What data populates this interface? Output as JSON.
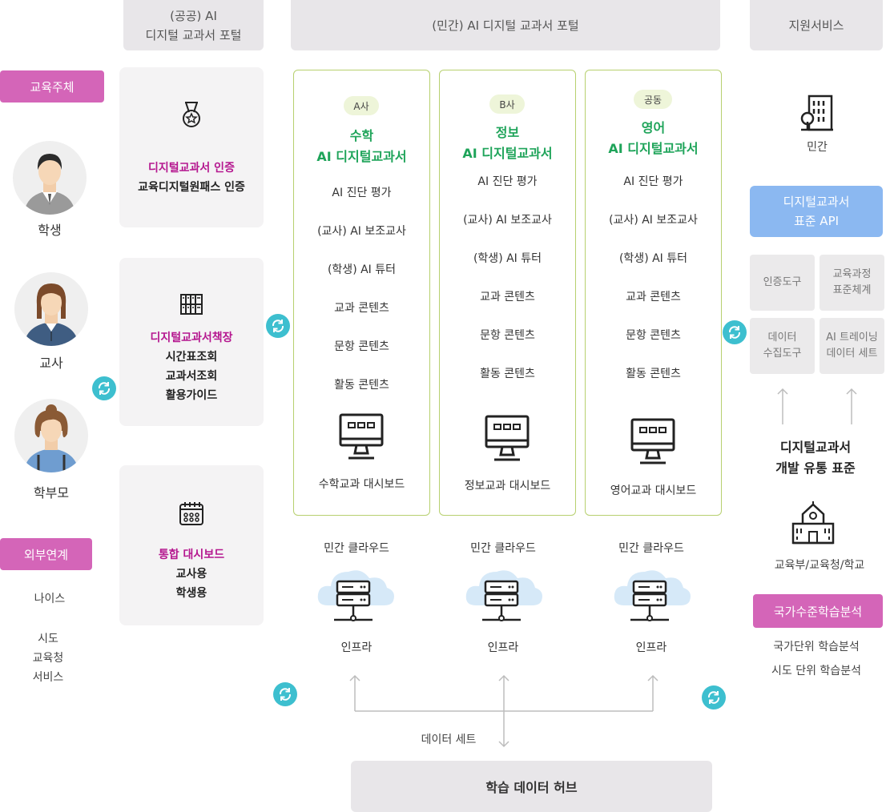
{
  "headers": {
    "public_portal": [
      "(공공) AI",
      "디지털 교과서 포털"
    ],
    "private_portal": "(민간) AI 디지털 교과서 포털",
    "support": "지원서비스"
  },
  "left": {
    "subjects_label": "교육주체",
    "people": [
      "학생",
      "교사",
      "학부모"
    ],
    "external_label": "외부연계",
    "external_items": [
      "나이스",
      "시도",
      "교육청",
      "서비스"
    ]
  },
  "public_boxes": [
    {
      "title": "디지털교과서 인증",
      "lines": [
        "교육디지털원패스 인증"
      ],
      "icon": "medal-icon"
    },
    {
      "title": "디지털교과서책장",
      "lines": [
        "시간표조회",
        "교과서조회",
        "활용가이드"
      ],
      "icon": "bookshelf-icon"
    },
    {
      "title": "통합 대시보드",
      "lines": [
        "교사용",
        "학생용"
      ],
      "icon": "calendar-icon"
    }
  ],
  "textbooks": [
    {
      "tag": "A사",
      "title": [
        "수학",
        "AI 디지털교과서"
      ],
      "features": [
        "AI 진단 평가",
        "(교사) AI 보조교사",
        "(학생) AI 튜터",
        "교과 콘텐츠",
        "문항 콘텐츠",
        "활동 콘텐츠"
      ],
      "dashboard": "수학교과 대시보드"
    },
    {
      "tag": "B사",
      "title": [
        "정보",
        "AI 디지털교과서"
      ],
      "features": [
        "AI 진단 평가",
        "(교사) AI 보조교사",
        "(학생) AI 튜터",
        "교과 콘텐츠",
        "문항 콘텐츠",
        "활동 콘텐츠"
      ],
      "dashboard": "정보교과 대시보드"
    },
    {
      "tag": "공동",
      "title": [
        "영어",
        "AI 디지털교과서"
      ],
      "features": [
        "AI 진단 평가",
        "(교사) AI 보조교사",
        "(학생) AI 튜터",
        "교과 콘텐츠",
        "문항 콘텐츠",
        "활동 콘텐츠"
      ],
      "dashboard": "영어교과 대시보드"
    }
  ],
  "clouds": [
    {
      "top": "민간 클라우드",
      "bottom": "인프라"
    },
    {
      "top": "민간 클라우드",
      "bottom": "인프라"
    },
    {
      "top": "민간 클라우드",
      "bottom": "인프라"
    }
  ],
  "dataset_label": "데이터 세트",
  "hub_label": "학습 데이터 허브",
  "support": {
    "private_label": "민간",
    "api": [
      "디지털교과서",
      "표준 API"
    ],
    "tools": [
      [
        "인증도구"
      ],
      [
        "교육과정",
        "표준체계"
      ],
      [
        "데이터",
        "수집도구"
      ],
      [
        "AI 트레이닝",
        "데이터 세트"
      ]
    ],
    "standard": [
      "디지털교과서",
      "개발 유통 표준"
    ],
    "gov_label": "교육부/교육청/학교",
    "analysis_label": "국가수준학습분석",
    "analysis_items": [
      "국가단위 학습분석",
      "시도 단위 학습분석"
    ]
  },
  "colors": {
    "magenta": "#d465b8",
    "green": "#1fa45a",
    "teal": "#3dbfcf",
    "blue": "#8bb8f1",
    "card_border": "#b7d06f"
  }
}
